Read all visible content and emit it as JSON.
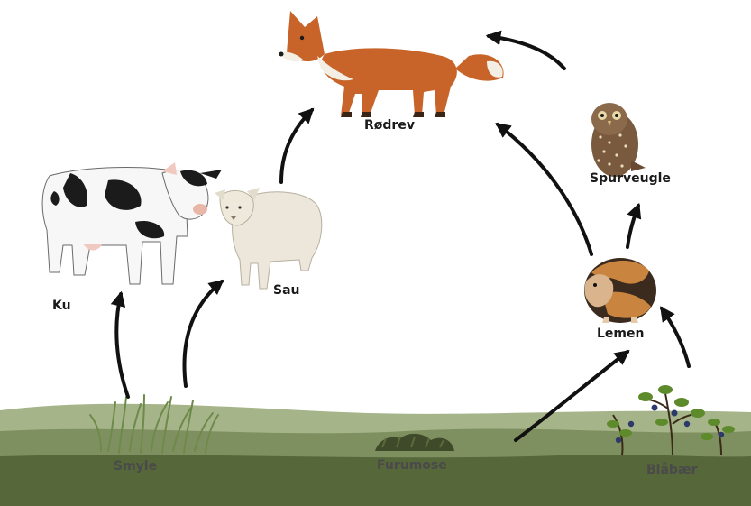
{
  "diagram": {
    "nodes": [
      {
        "id": "rodrev",
        "label": "Rødrev",
        "icon": "fox-icon"
      },
      {
        "id": "spurveugle",
        "label": "Spurveugle",
        "icon": "owl-icon"
      },
      {
        "id": "lemen",
        "label": "Lemen",
        "icon": "lemming-icon"
      },
      {
        "id": "ku",
        "label": "Ku",
        "icon": "cow-icon"
      },
      {
        "id": "sau",
        "label": "Sau",
        "icon": "sheep-icon"
      },
      {
        "id": "smyle",
        "label": "Smyle",
        "icon": "grass-icon"
      },
      {
        "id": "furumose",
        "label": "Furumose",
        "icon": "moss-icon"
      },
      {
        "id": "blabaer",
        "label": "Blåbær",
        "icon": "blueberry-bush-icon"
      }
    ],
    "edges": [
      {
        "from": "smyle",
        "to": "ku"
      },
      {
        "from": "smyle",
        "to": "sau"
      },
      {
        "from": "sau",
        "to": "rodrev"
      },
      {
        "from": "furumose",
        "to": "lemen"
      },
      {
        "from": "blabaer",
        "to": "lemen"
      },
      {
        "from": "lemen",
        "to": "spurveugle"
      },
      {
        "from": "lemen",
        "to": "rodrev"
      },
      {
        "from": "spurveugle",
        "to": "rodrev"
      }
    ]
  },
  "colors": {
    "arrow": "#111111",
    "fox": "#c8642a",
    "ground_light": "#a6b48a",
    "ground_mid": "#7f9060",
    "ground_dark": "#56673a",
    "sheep": "#ece7da",
    "owl": "#7a5a3e"
  }
}
